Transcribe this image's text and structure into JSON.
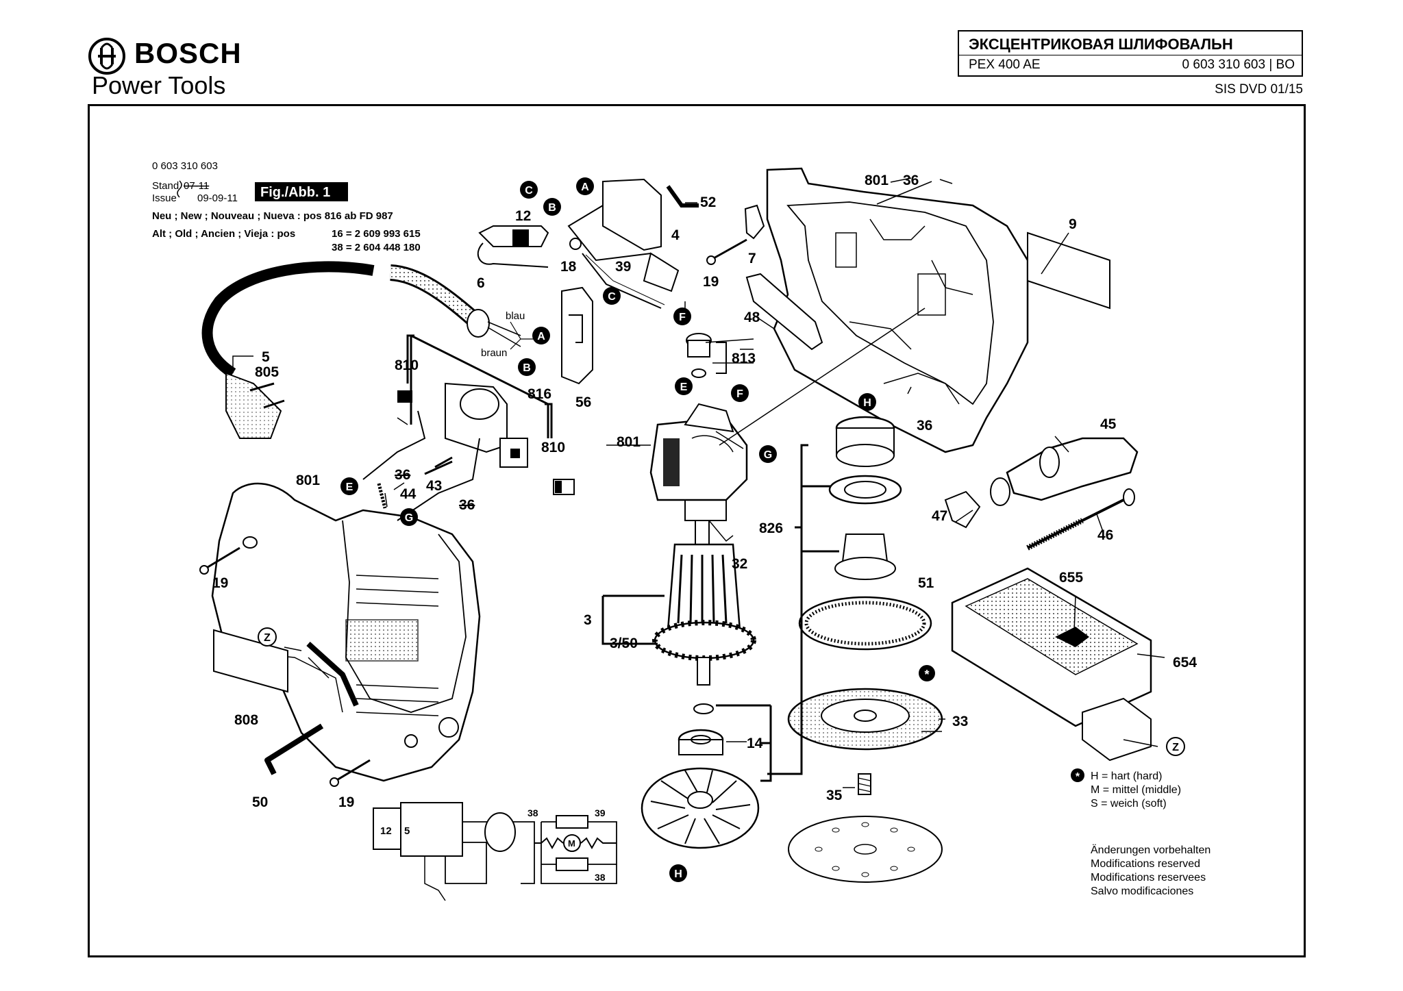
{
  "brand": {
    "name": "BOSCH",
    "subtitle": "Power Tools"
  },
  "document": {
    "title": "ЭКСЦЕНТРИКОВАЯ ШЛИФОВАЛЬН",
    "model": "PEX 400 AE",
    "part_number": "0 603 310 603 | BO",
    "source": "SIS DVD 01/15"
  },
  "figure": {
    "part_number": "0 603 310 603",
    "stand_label": "Stand",
    "stand_value": "07-11",
    "issue_label": "Issue",
    "issue_value": "09-09-11",
    "fig_label": "Fig./Abb. 1",
    "new_line": "Neu ; New ; Nouveau ; Nueva : pos 816 ab FD 987",
    "old_line": "Alt ; Old ; Ancien ; Vieja : pos",
    "old_value_1": "16 = 2 609 993 615",
    "old_value_2": "38 = 2 604 448 180"
  },
  "wire_labels": {
    "blue": "blau",
    "brown": "braun"
  },
  "callouts": [
    {
      "id": "c-12",
      "text": "12"
    },
    {
      "id": "c-18",
      "text": "18"
    },
    {
      "id": "c-39",
      "text": "39"
    },
    {
      "id": "c-4",
      "text": "4"
    },
    {
      "id": "c-52",
      "text": "52"
    },
    {
      "id": "c-7",
      "text": "7"
    },
    {
      "id": "c-19a",
      "text": "19"
    },
    {
      "id": "c-801a",
      "text": "801"
    },
    {
      "id": "c-36a",
      "text": "36"
    },
    {
      "id": "c-9",
      "text": "9"
    },
    {
      "id": "c-48",
      "text": "48"
    },
    {
      "id": "c-6",
      "text": "6"
    },
    {
      "id": "c-5",
      "text": "5"
    },
    {
      "id": "c-805",
      "text": "805"
    },
    {
      "id": "c-810a",
      "text": "810"
    },
    {
      "id": "c-816",
      "text": "816"
    },
    {
      "id": "c-810b",
      "text": "810"
    },
    {
      "id": "c-56",
      "text": "56"
    },
    {
      "id": "c-813",
      "text": "813"
    },
    {
      "id": "c-801b",
      "text": "801"
    },
    {
      "id": "c-36b",
      "text": "36"
    },
    {
      "id": "c-45",
      "text": "45"
    },
    {
      "id": "c-36c",
      "text": "36"
    },
    {
      "id": "c-43",
      "text": "43"
    },
    {
      "id": "c-44",
      "text": "44"
    },
    {
      "id": "c-36d",
      "text": "36"
    },
    {
      "id": "c-801c",
      "text": "801"
    },
    {
      "id": "c-826",
      "text": "826"
    },
    {
      "id": "c-47",
      "text": "47"
    },
    {
      "id": "c-46",
      "text": "46"
    },
    {
      "id": "c-19b",
      "text": "19"
    },
    {
      "id": "c-32",
      "text": "32"
    },
    {
      "id": "c-51",
      "text": "51"
    },
    {
      "id": "c-655",
      "text": "655"
    },
    {
      "id": "c-3",
      "text": "3"
    },
    {
      "id": "c-350",
      "text": "3/50"
    },
    {
      "id": "c-654",
      "text": "654"
    },
    {
      "id": "c-808",
      "text": "808"
    },
    {
      "id": "c-33",
      "text": "33"
    },
    {
      "id": "c-14",
      "text": "14"
    },
    {
      "id": "c-50",
      "text": "50"
    },
    {
      "id": "c-19c",
      "text": "19"
    },
    {
      "id": "c-35",
      "text": "35"
    },
    {
      "id": "c-38a",
      "text": "38"
    },
    {
      "id": "c-39b",
      "text": "39"
    },
    {
      "id": "c-38b",
      "text": "38"
    },
    {
      "id": "c-12b",
      "text": "12"
    },
    {
      "id": "c-5b",
      "text": "5"
    },
    {
      "id": "c-m",
      "text": "M"
    }
  ],
  "markers": {
    "A": "A",
    "B": "B",
    "C": "C",
    "E": "E",
    "F": "F",
    "G": "G",
    "H": "H",
    "Z": "Z",
    "star": "*"
  },
  "legend": {
    "hard": "H = hart (hard)",
    "medium": "M = mittel (middle)",
    "soft": "S = weich (soft)"
  },
  "notes": {
    "line1": "Änderungen vorbehalten",
    "line2": "Modifications reserved",
    "line3": "Modifications reservees",
    "line4": "Salvo modificaciones"
  }
}
